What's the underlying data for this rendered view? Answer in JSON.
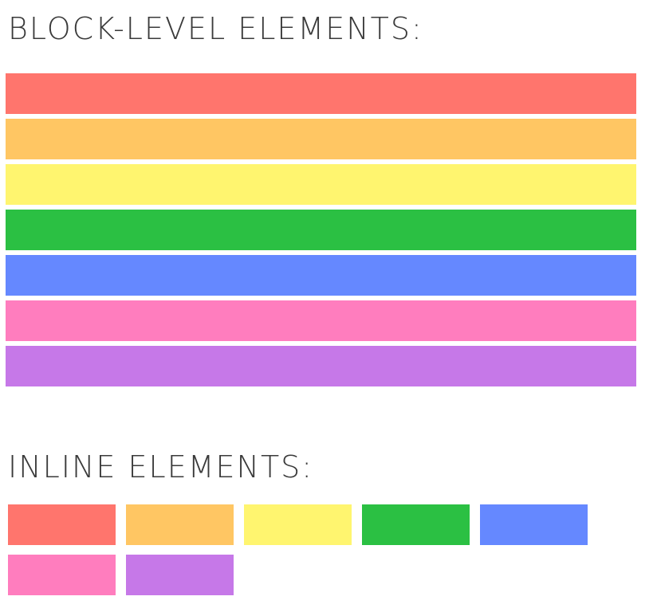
{
  "headings": {
    "block": "BLOCK-LEVEL ELEMENTS:",
    "inline": "INLINE ELEMENTS:"
  },
  "colors": {
    "red": "#FF756D",
    "orange": "#FFC663",
    "yellow": "#FFF56F",
    "green": "#2BC043",
    "blue": "#6588FF",
    "pink": "#FF7DBE",
    "purple": "#C678E8"
  },
  "block_elements": [
    "red",
    "orange",
    "yellow",
    "green",
    "blue",
    "pink",
    "purple"
  ],
  "inline_elements": [
    "red",
    "orange",
    "yellow",
    "green",
    "blue",
    "pink",
    "purple"
  ]
}
